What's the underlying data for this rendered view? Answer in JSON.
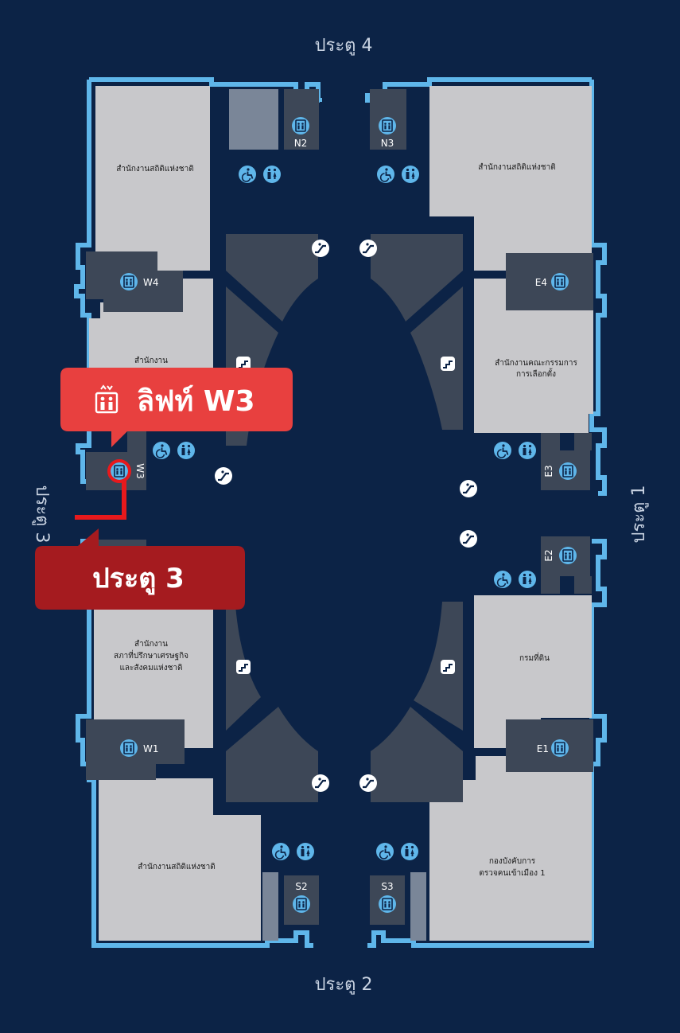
{
  "gates": {
    "top": "ประตู 4",
    "bottom": "ประตู 2",
    "right": "ประตู 1",
    "left": "ประตู 3"
  },
  "offices": {
    "nw": "สำนักงานสถิติแห่งชาติ",
    "w_upper": "สำนักงาน",
    "ne": "สำนักงานสถิติแห่งชาติ",
    "e_upper_1": "สำนักงานคณะกรรมการ",
    "e_upper_2": "การเลือกตั้ง",
    "w_lower_1": "สำนักงาน",
    "w_lower_2": "สภาที่ปรึกษาเศรษฐกิจ",
    "w_lower_3": "และสังคมแห่งชาติ",
    "e_lower": "กรมที่ดิน",
    "sw": "สำนักงานสถิติแห่งชาติ",
    "se_1": "กองบังคับการ",
    "se_2": "ตรวจคนเข้าเมือง 1"
  },
  "lifts": {
    "n2": "N2",
    "n3": "N3",
    "w4": "W4",
    "w3": "W3",
    "w1": "W1",
    "e4": "E4",
    "e3": "E3",
    "e2": "E2",
    "e1": "E1",
    "s2": "S2",
    "s3": "S3"
  },
  "callouts": {
    "lift": "ลิฟท์ W3",
    "gate": "ประตู 3"
  },
  "colors": {
    "background": "#0c2346",
    "outline": "#5fb6ea",
    "office": "#c8c8cb",
    "core": "#3d4757",
    "icon": "#5fb6ea",
    "callout_lift": "#e8403f",
    "callout_gate": "#a51b1f",
    "route": "#e8191c"
  },
  "icons": [
    "elevator-icon",
    "wheelchair-icon",
    "restroom-icon",
    "escalator-icon"
  ]
}
